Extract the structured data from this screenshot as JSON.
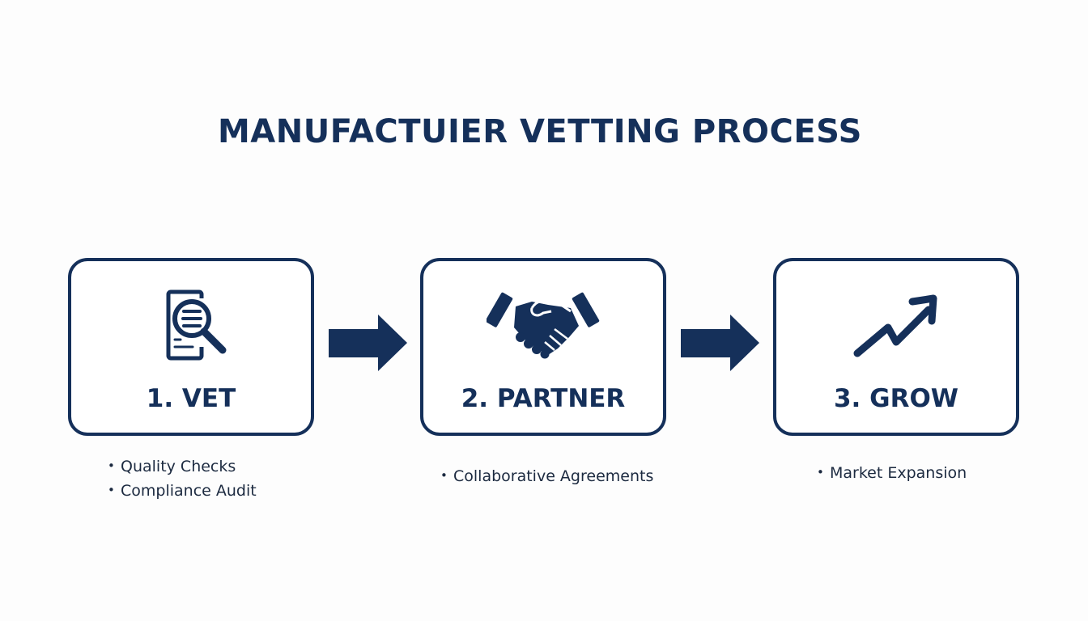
{
  "title": "MANUFACTUIER VETTING PROCESS",
  "colors": {
    "primary": "#15305a",
    "background": "#fdfdfd",
    "bullet_text": "#1c2a40"
  },
  "steps": [
    {
      "label": "1. VET",
      "icon": "document-magnifier-icon",
      "bullets": [
        "Quality Checks",
        "Compliance Audit"
      ]
    },
    {
      "label": "2. PARTNER",
      "icon": "handshake-icon",
      "bullets": [
        "Collaborative Agreements"
      ]
    },
    {
      "label": "3. GROW",
      "icon": "trend-up-arrow-icon",
      "bullets": [
        "Market Expansion"
      ]
    }
  ],
  "connectors": [
    "right-arrow-icon",
    "right-arrow-icon"
  ]
}
